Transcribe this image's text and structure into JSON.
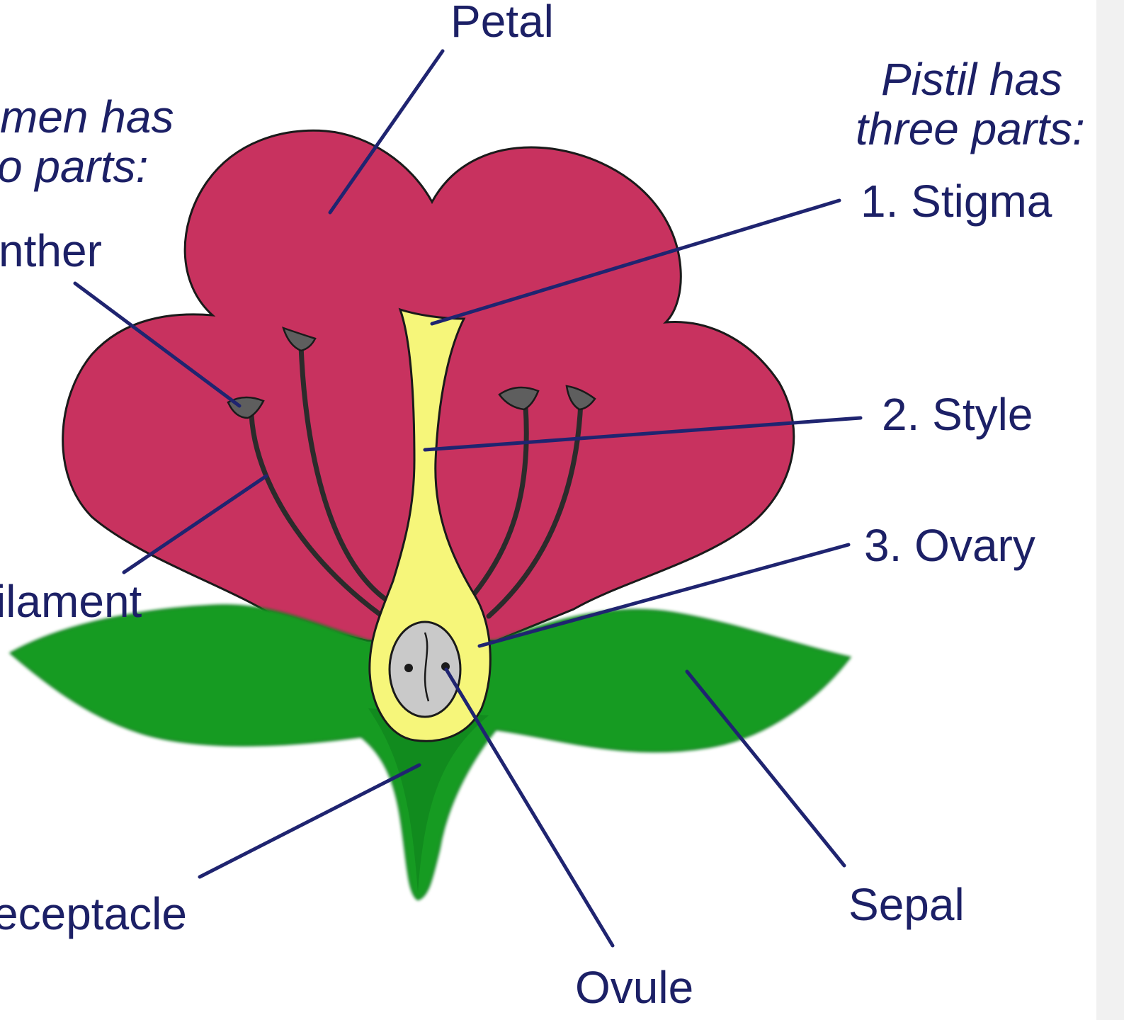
{
  "labels": {
    "petal": "Petal",
    "stamen_intro_line1": "men has",
    "stamen_intro_line2": "o parts:",
    "anther": "nther",
    "filament": "ilament",
    "receptacle": "eceptacle",
    "pistil_intro_line1": "Pistil has",
    "pistil_intro_line2": "three parts:",
    "stigma": "1. Stigma",
    "style": "2. Style",
    "ovary": "3. Ovary",
    "sepal": "Sepal",
    "ovule": "Ovule"
  },
  "colors": {
    "petal": "#c8325f",
    "sepal": "#159b24",
    "sepal_dark": "#0f7e1b",
    "pistil": "#f6f67a",
    "ovary_inner": "#c9c9c9",
    "anther": "#5e5e5e",
    "filament": "#2b2b2b",
    "leader_line": "#1f2470",
    "label_text": "#1c2066",
    "outline": "#1a1a1a"
  }
}
